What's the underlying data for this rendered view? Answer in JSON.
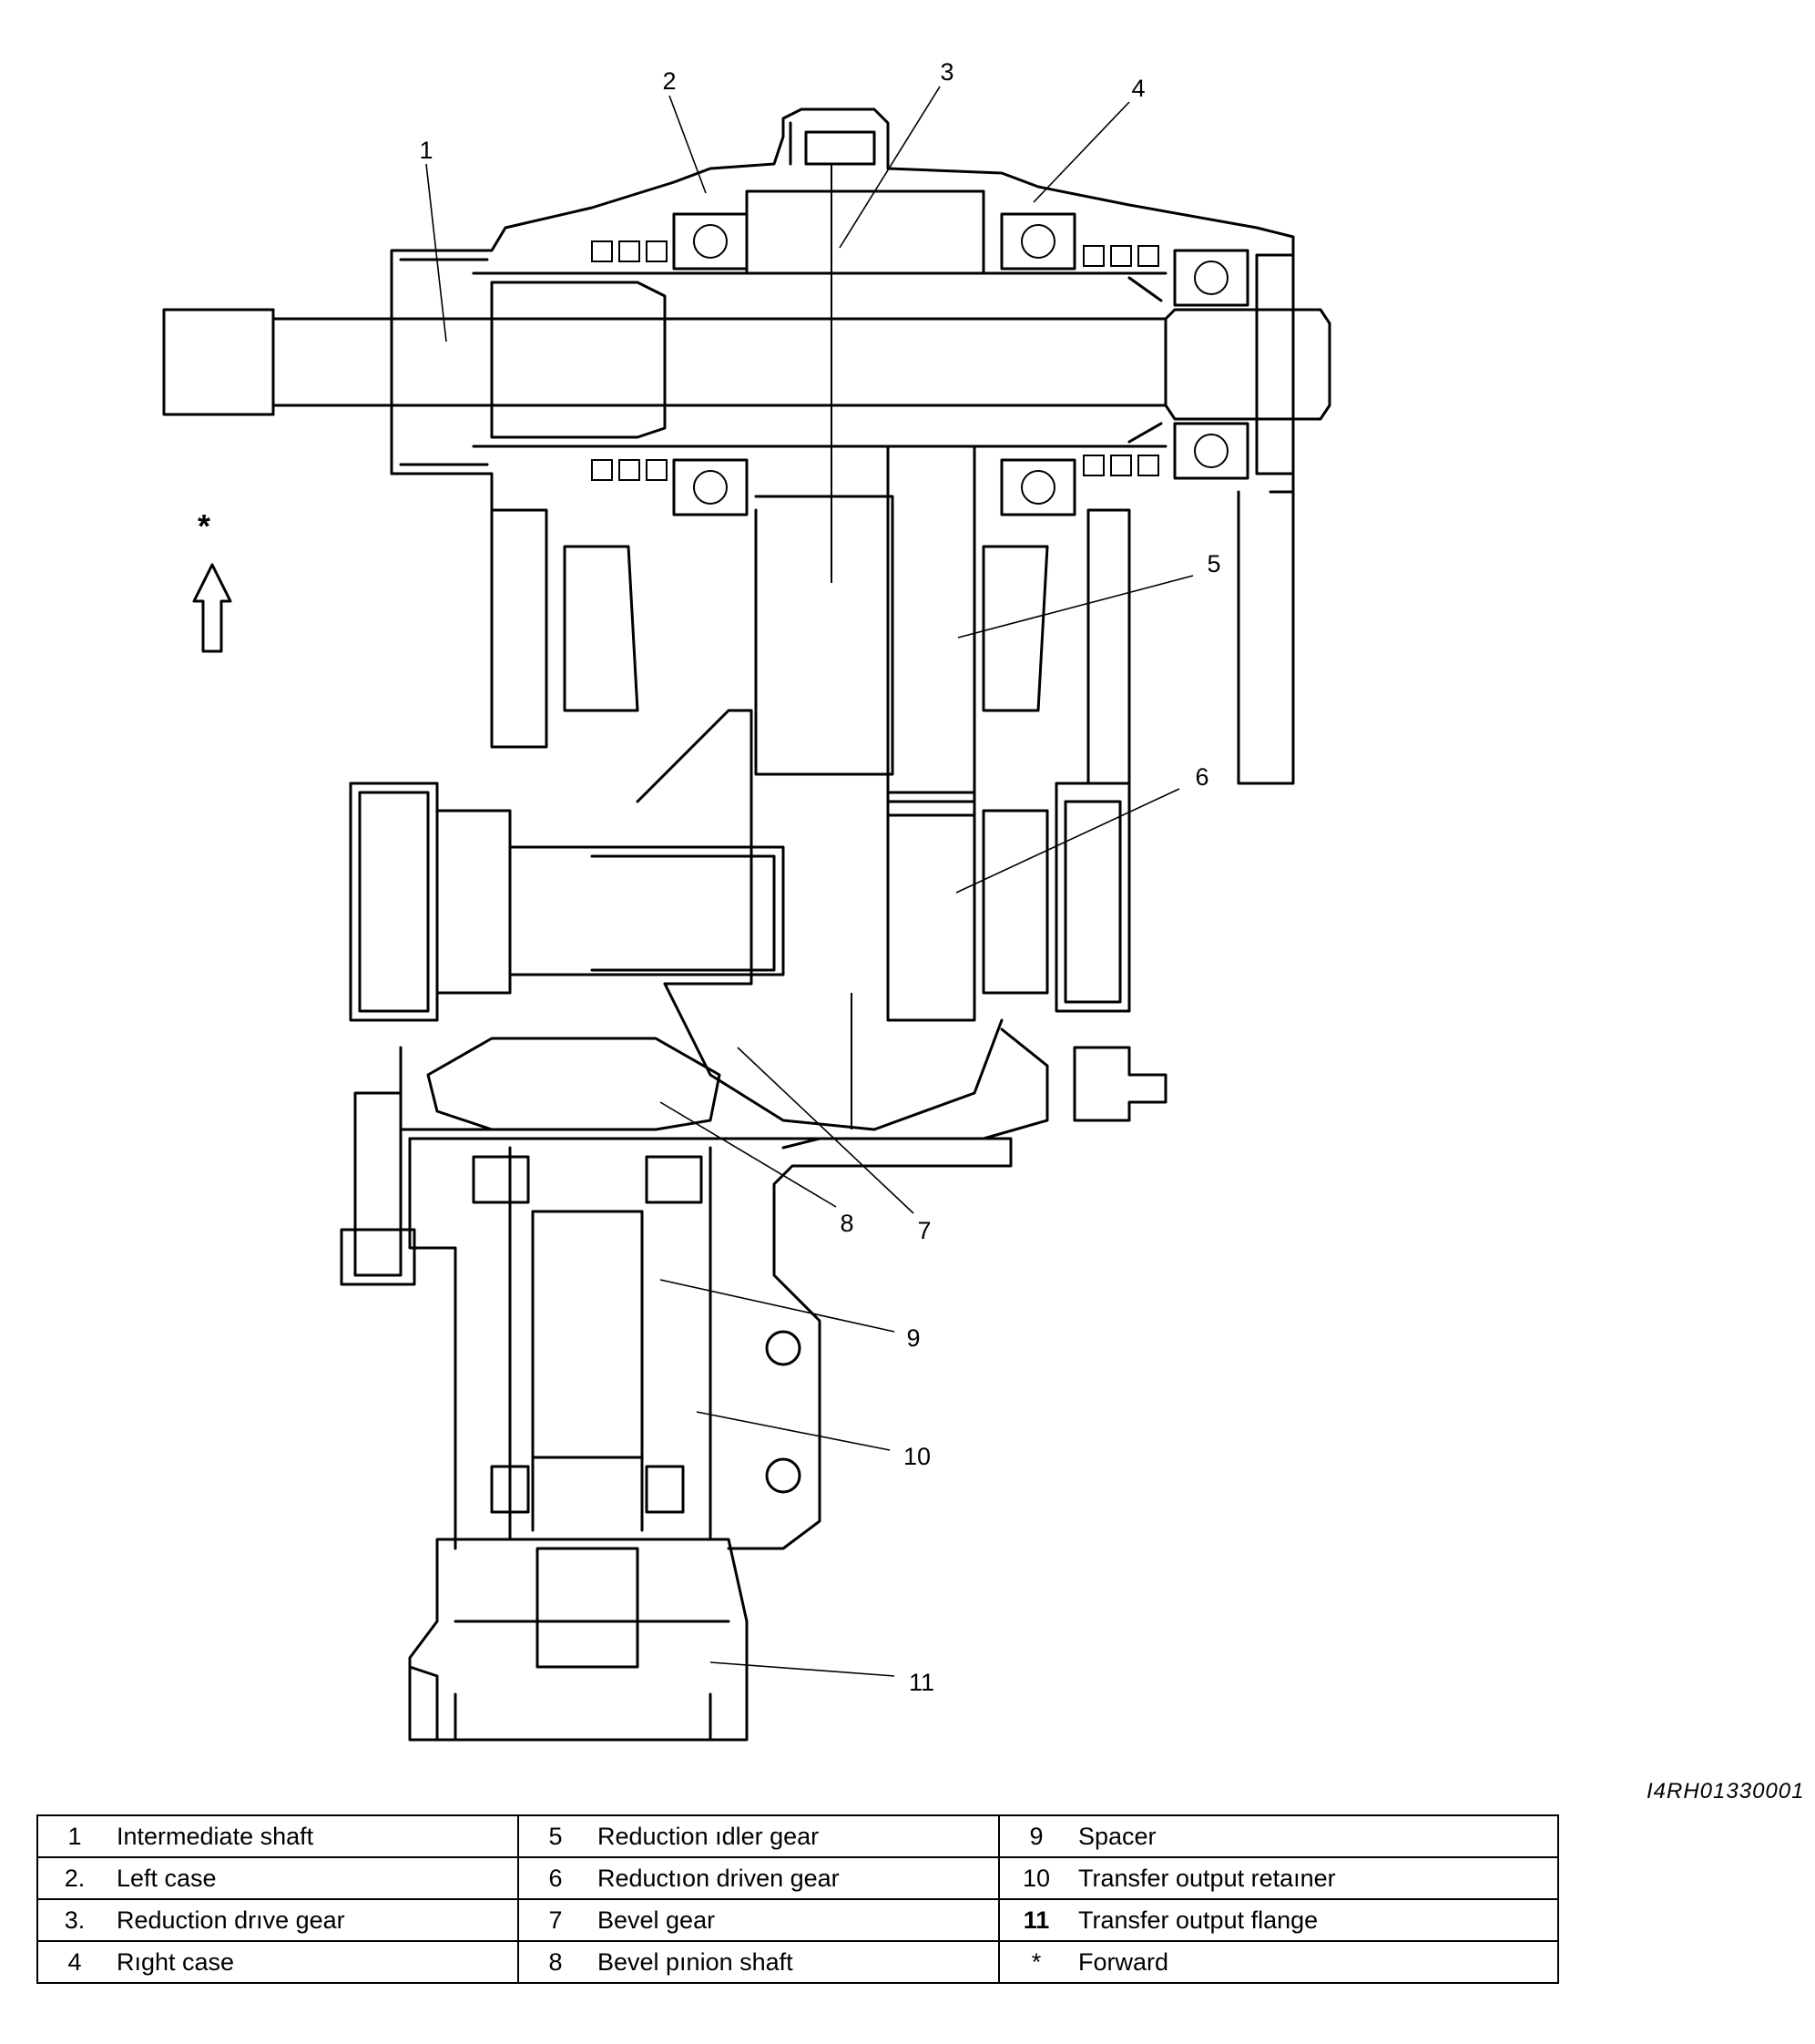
{
  "figure": {
    "callouts": [
      "1",
      "2",
      "3",
      "4",
      "5",
      "6",
      "7",
      "8",
      "9",
      "10",
      "11"
    ],
    "forward_marker": "*",
    "figure_code": "I4RH01330001"
  },
  "legend": {
    "rows": [
      [
        {
          "num": "1",
          "label": "Intermediate shaft"
        },
        {
          "num": "5",
          "label": "Reduction ıdler gear"
        },
        {
          "num": "9",
          "label": "Spacer"
        }
      ],
      [
        {
          "num": "2.",
          "label": "Left case"
        },
        {
          "num": "6",
          "label": "Reductıon driven gear"
        },
        {
          "num": "10",
          "label": "Transfer output retaıner"
        }
      ],
      [
        {
          "num": "3.",
          "label": "Reduction drıve gear"
        },
        {
          "num": "7",
          "label": "Bevel gear"
        },
        {
          "num": "11",
          "label": "Transfer output flange"
        }
      ],
      [
        {
          "num": "4",
          "label": "Rıght case"
        },
        {
          "num": "8",
          "label": "Bevel pınion shaft"
        },
        {
          "num": "*",
          "label": "Forward"
        }
      ]
    ]
  }
}
